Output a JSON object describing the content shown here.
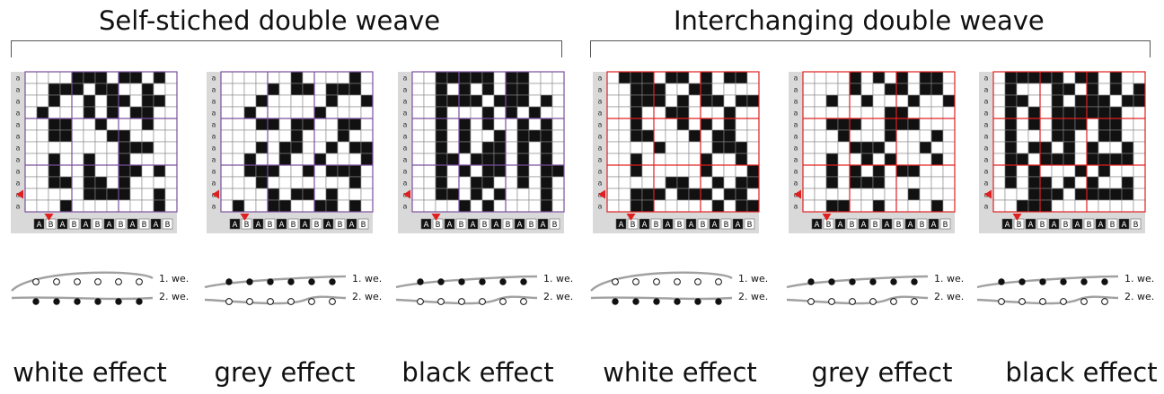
{
  "groups": [
    {
      "title": "Self-stiched double weave"
    },
    {
      "title": "Interchanging double weave"
    }
  ],
  "panels": [
    {
      "effect": "white effect",
      "interchanging": false,
      "grid": [
        "0000111011010",
        "0011101100100",
        "0010010110110",
        "0100010101100",
        "0011001000100",
        "0011000110000",
        "0000000011100",
        "0010010010000",
        "0010010011010",
        "0011011010000",
        "0000011110010",
        "0001000000010"
      ]
    },
    {
      "effect": "grey effect",
      "interchanging": false,
      "grid": [
        "0000001000010",
        "0000101101110",
        "0001000001001",
        "0010000010000",
        "0001101100110",
        "0000001000100",
        "0001011001011",
        "0010010010001",
        "0011100101110",
        "0001000000010",
        "0000101101000",
        "0100110011010"
      ]
    },
    {
      "effect": "black effect",
      "interchanging": false,
      "grid": [
        "0011111011000",
        "0010101011000",
        "0011110111010",
        "0010001010100",
        "0010101001010",
        "0010100101110",
        "0010101101010",
        "0011011101010",
        "0010101101011",
        "0010011001010",
        "0011010100010",
        "0000101000010"
      ]
    },
    {
      "effect": "white effect",
      "interchanging": true,
      "grid": [
        "0111011010110",
        "0011100110000",
        "0011101011011",
        "0010011000100",
        "0010001010100",
        "0011000101100",
        "0000100001110",
        "0010000010010",
        "0010000010001",
        "0000011001011",
        "0011101110110",
        "0011000001011"
      ]
    },
    {
      "effect": "grey effect",
      "interchanging": true,
      "grid": [
        "0000101010110",
        "0000100110110",
        "0010010001001",
        "0000000110000",
        "0011100111000",
        "0001000100010",
        "0000111000100",
        "0010010100010",
        "0010101011000",
        "0010111000000",
        "0000000001000",
        "0011001000010"
      ]
    },
    {
      "effect": "black effect",
      "interchanging": true,
      "grid": [
        "0111110110100",
        "0100011010101",
        "0110010111011",
        "0101011111100",
        "0101011101100",
        "0100011001100",
        "0101101010010",
        "0110111011110",
        "0101000101000",
        "0101101010010",
        "0001110111110",
        "0011100000000"
      ]
    }
  ],
  "letters": [
    "a",
    "a",
    "a",
    "a",
    "a",
    "a",
    "a",
    "a",
    "a",
    "a",
    "a",
    "a"
  ],
  "bottom_row": [
    "A",
    "B",
    "A",
    "B",
    "A",
    "B",
    "A",
    "B",
    "A",
    "B",
    "A",
    "B"
  ],
  "weft_labels": [
    "1. we.",
    "2. we."
  ],
  "colors": {
    "fill": "#111111",
    "guide_purple": "#7a4f9c",
    "guide_red": "#e02020",
    "marker": "#e02020",
    "side": "#d9d9d9",
    "yarn": "#a0a0a0"
  }
}
